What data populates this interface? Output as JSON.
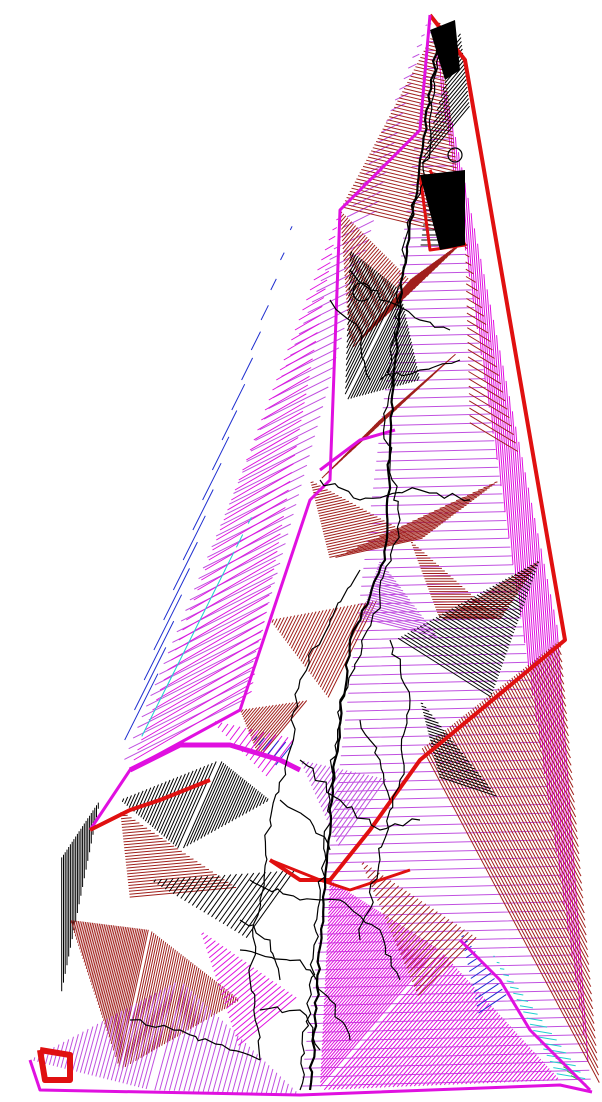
{
  "map": {
    "background": "#ffffff",
    "bands": [
      {
        "name": "black-contours",
        "color": "#000000"
      },
      {
        "name": "dark-red-contours",
        "color": "#a0201c"
      },
      {
        "name": "red-contours",
        "color": "#e01010"
      },
      {
        "name": "magenta-contours",
        "color": "#e010e0"
      },
      {
        "name": "violet-contours",
        "color": "#c050e0"
      },
      {
        "name": "blue-contours",
        "color": "#2030d0"
      },
      {
        "name": "cyan-contours",
        "color": "#20d0d0"
      },
      {
        "name": "green-contours",
        "color": "#30c040"
      }
    ]
  }
}
